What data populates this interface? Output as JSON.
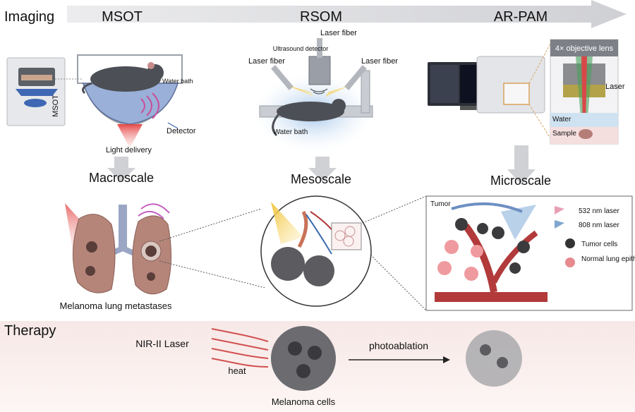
{
  "sections": {
    "imaging": "Imaging",
    "therapy": "Therapy"
  },
  "modalities": {
    "msot": "MSOT",
    "rsom": "RSOM",
    "arpam": "AR-PAM"
  },
  "msot_panel": {
    "device_label": "MSOT",
    "water_bath": "Water bath",
    "detector": "Detector",
    "light_delivery": "Light delivery"
  },
  "rsom_panel": {
    "laser_fiber_top": "Laser fiber",
    "ultrasound_detector": "Ultrasound detector",
    "laser_fiber_left": "Laser fiber",
    "laser_fiber_right": "Laser fiber",
    "water_bath": "Water bath"
  },
  "arpam_panel": {
    "objective_lens": "4× objective lens",
    "laser": "Laser",
    "water": "Water",
    "sample": "Sample"
  },
  "scales": {
    "macro": "Macroscale",
    "meso": "Mesoscale",
    "micro": "Microscale"
  },
  "lung_label": "Melanoma lung metastases",
  "tumor_panel": {
    "title": "Tumor",
    "legend": [
      {
        "label": "532 nm laser",
        "color": "#e8a0b4"
      },
      {
        "label": "808 nm laser",
        "color": "#7fa6cf"
      },
      {
        "label": "Tumor cells",
        "color": "#333333"
      },
      {
        "label": "Normal lung epithelial cells",
        "color": "#e78a8e"
      }
    ]
  },
  "therapy_panel": {
    "nir_laser": "NIR-II Laser",
    "heat": "heat",
    "photoablation": "photoablation",
    "melanoma_cells": "Melanoma cells"
  },
  "colors": {
    "lung": "#b5857a",
    "vessel": "#b23a3a",
    "tumor": "#4a4a4a",
    "light": "#e05050",
    "water": "#bcd3ea"
  }
}
